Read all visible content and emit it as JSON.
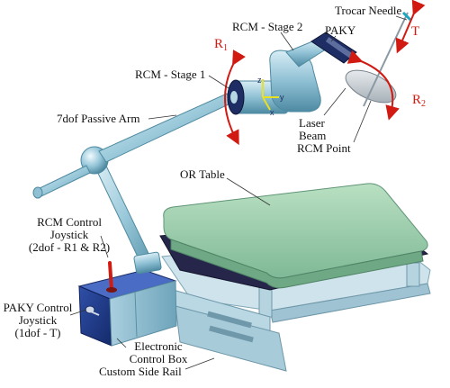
{
  "labels": {
    "trocar_needle": "Trocar Needle",
    "paky": "PAKY",
    "rcm_stage2": "RCM - Stage 2",
    "rcm_stage1": "RCM - Stage 1",
    "passive_arm": "7dof Passive Arm",
    "laser_beam_line1": "Laser",
    "laser_beam_line2": "Beam",
    "rcm_point": "RCM Point",
    "or_table": "OR Table",
    "rcm_joystick_line1": "RCM Control",
    "rcm_joystick_line2": "Joystick",
    "rcm_joystick_line3": "(2dof - R1 & R2)",
    "paky_joystick_line1": "PAKY Control",
    "paky_joystick_line2": "Joystick",
    "paky_joystick_line3": "(1dof - T)",
    "control_box_line1": "Electronic",
    "control_box_line2": "Control Box",
    "side_rail": "Custom Side Rail"
  },
  "motion_labels": {
    "r1": "R",
    "r1_sub": "1",
    "r2": "R",
    "r2_sub": "2",
    "t": "T"
  },
  "axis_labels": {
    "z": "z",
    "y": "y",
    "x": "x"
  },
  "colors": {
    "table_top": "#9fd1ae",
    "table_frame": "#cfe3ec",
    "metal": "#8fc0d4",
    "control_box": "#1e3a8c",
    "motion_arrow": "#d11a12",
    "axis_marker": "#e8e020"
  }
}
